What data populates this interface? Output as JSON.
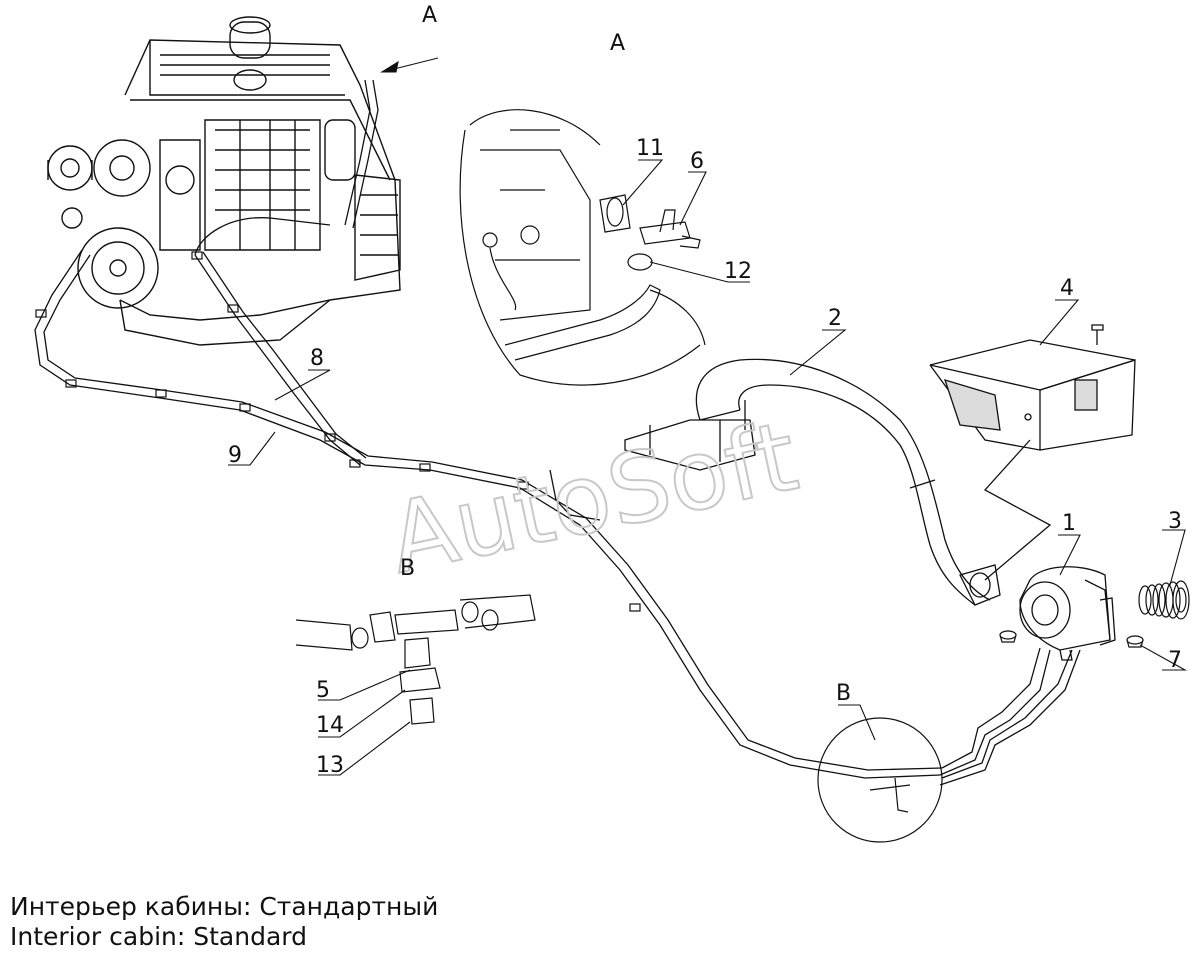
{
  "callouts": {
    "view_a_arrow": "A",
    "view_a_title": "A",
    "view_b_title": "B",
    "view_b_circle": "B",
    "n1": "1",
    "n2": "2",
    "n3": "3",
    "n4": "4",
    "n5": "5",
    "n6": "6",
    "n7": "7",
    "n8": "8",
    "n9": "9",
    "n11": "11",
    "n12": "12",
    "n13": "13",
    "n14": "14"
  },
  "watermark": "AutoSoft",
  "caption": {
    "ru": "Интерьер кабины: Стандартный",
    "en": "Interior cabin: Standard"
  }
}
